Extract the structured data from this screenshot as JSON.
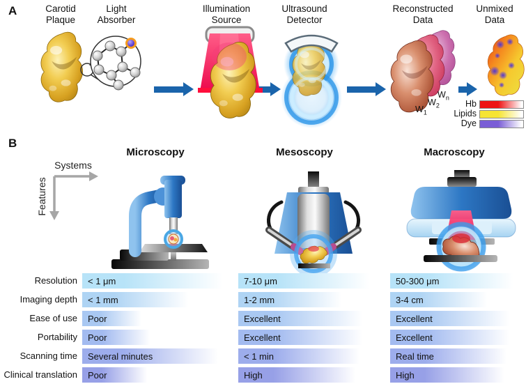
{
  "panel_a": {
    "label": "A",
    "step_titles": [
      "Carotid Plaque",
      "Light Absorber",
      "Illumination Source",
      "Ultrasound Detector",
      "Reconstructed Data",
      "Unmixed Data"
    ],
    "wavelengths": [
      {
        "base": "W",
        "sub": "1"
      },
      {
        "base": "W",
        "sub": "2"
      },
      {
        "base": "W",
        "sub": "n"
      }
    ],
    "legend": [
      {
        "label": "Hb",
        "color": "#ee1313"
      },
      {
        "label": "Lipids",
        "color": "#f6e433"
      },
      {
        "label": "Dye",
        "color": "#7a5ed6"
      }
    ],
    "arrow_color": "#1a64ab"
  },
  "panel_b": {
    "label": "B",
    "axes": {
      "x": "Systems",
      "y": "Features"
    },
    "table": {
      "row_labels": [
        "Resolution",
        "Imaging depth",
        "Ease of use",
        "Portability",
        "Scanning time",
        "Clinical translation"
      ],
      "row_colors": [
        "#b7e3f8",
        "#afd4f4",
        "#a9c8f2",
        "#a3bbf0",
        "#9dadec",
        "#97a0e7"
      ],
      "columns": [
        {
          "name": "Microscopy",
          "cells": [
            {
              "text": "< 1 μm",
              "fade": 95
            },
            {
              "text": "< 1 mm",
              "fade": 72
            },
            {
              "text": "Poor",
              "fade": 40
            },
            {
              "text": "Poor",
              "fade": 46
            },
            {
              "text": "Several minutes",
              "fade": 92
            },
            {
              "text": "Poor",
              "fade": 44
            }
          ]
        },
        {
          "name": "Mesoscopy",
          "cells": [
            {
              "text": "7-10 μm",
              "fade": 95
            },
            {
              "text": "1-2 mm",
              "fade": 75
            },
            {
              "text": "Excellent",
              "fade": 90
            },
            {
              "text": "Excellent",
              "fade": 90
            },
            {
              "text": "< 1 min",
              "fade": 88
            },
            {
              "text": "High",
              "fade": 85
            }
          ]
        },
        {
          "name": "Macroscopy",
          "cells": [
            {
              "text": "50-300 μm",
              "fade": 95
            },
            {
              "text": "3-4 cm",
              "fade": 75
            },
            {
              "text": "Excellent",
              "fade": 92
            },
            {
              "text": "Excellent",
              "fade": 92
            },
            {
              "text": "Real time",
              "fade": 90
            },
            {
              "text": "High",
              "fade": 88
            }
          ]
        }
      ]
    }
  }
}
